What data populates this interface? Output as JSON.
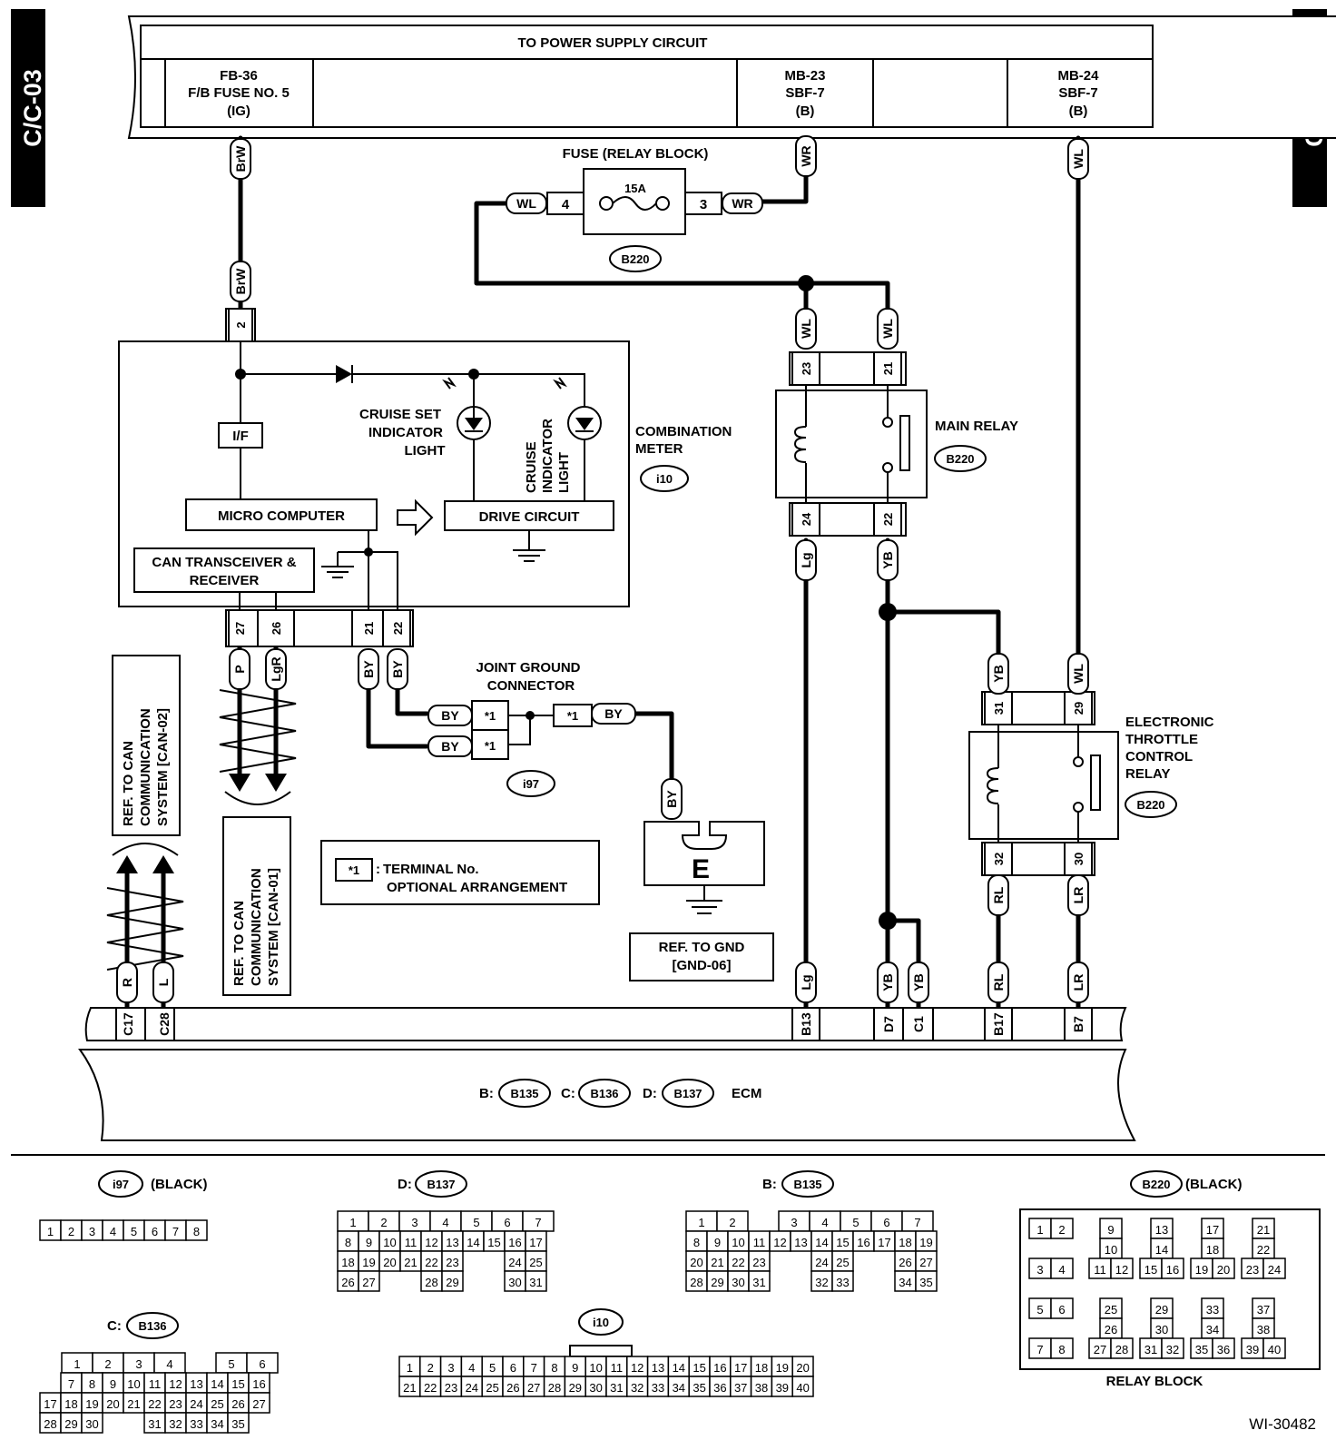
{
  "side_tab": "C/C-03",
  "power_supply": {
    "title": "TO POWER SUPPLY CIRCUIT",
    "fb36": [
      "FB-36",
      "F/B FUSE NO. 5",
      "(IG)"
    ],
    "mb23": [
      "MB-23",
      "SBF-7",
      "(B)"
    ],
    "mb24": [
      "MB-24",
      "SBF-7",
      "(B)"
    ]
  },
  "fuse": {
    "title": "FUSE (RELAY BLOCK)",
    "rating": "15A",
    "pin_left": "4",
    "pin_right": "3",
    "connector": "B220"
  },
  "meter": {
    "pin_top": "2",
    "if_label": "I/F",
    "micro": "MICRO COMPUTER",
    "drive": "DRIVE CIRCUIT",
    "can": [
      "CAN TRANSCEIVER &",
      "RECEIVER"
    ],
    "cruise_set": [
      "CRUISE SET",
      "INDICATOR",
      "LIGHT"
    ],
    "cruise_ind": [
      "CRUISE",
      "INDICATOR",
      "LIGHT"
    ],
    "name": [
      "COMBINATION",
      "METER"
    ],
    "connector": "i10",
    "pins_bottom": [
      "27",
      "26",
      "21",
      "22"
    ]
  },
  "main_relay": {
    "name": "MAIN RELAY",
    "connector": "B220",
    "pins_top": [
      "23",
      "21"
    ],
    "pins_bottom": [
      "24",
      "22"
    ]
  },
  "etc_relay": {
    "name": [
      "ELECTRONIC",
      "THROTTLE",
      "CONTROL",
      "RELAY"
    ],
    "connector": "B220",
    "pins_top": [
      "31",
      "29"
    ],
    "pins_bottom": [
      "32",
      "30"
    ]
  },
  "joint": {
    "name": [
      "JOINT GROUND",
      "CONNECTOR"
    ],
    "connector": "i97",
    "term": "*1"
  },
  "ground": {
    "symbol": "E",
    "ref": [
      "REF. TO GND",
      "[GND-06]"
    ]
  },
  "legend": [
    "TERMINAL No.",
    "OPTIONAL ARRANGEMENT"
  ],
  "ref_can02": [
    "REF. TO CAN",
    "COMMUNICATION",
    "SYSTEM [CAN-02]"
  ],
  "ref_can01": [
    "REF. TO CAN",
    "COMMUNICATION",
    "SYSTEM [CAN-01]"
  ],
  "wires": {
    "BrW": "BrW",
    "WR": "WR",
    "WL": "WL",
    "Lg": "Lg",
    "YB": "YB",
    "P": "P",
    "LgR": "LgR",
    "BY": "BY",
    "RL": "RL",
    "LR": "LR",
    "R": "R",
    "L": "L"
  },
  "ecm": {
    "name": "ECM",
    "b": "B:",
    "b_conn": "B135",
    "c": "C:",
    "c_conn": "B136",
    "d": "D:",
    "d_conn": "B137",
    "pins": [
      "C17",
      "C28",
      "B13",
      "D7",
      "C1",
      "B17",
      "B7"
    ]
  },
  "connectors": {
    "i97": {
      "id": "i97",
      "color": "(BLACK)"
    },
    "b137": {
      "prefix": "D:",
      "id": "B137"
    },
    "b135": {
      "prefix": "B:",
      "id": "B135"
    },
    "b220": {
      "id": "B220",
      "color": "(BLACK)",
      "caption": "RELAY BLOCK"
    },
    "b136": {
      "prefix": "C:",
      "id": "B136"
    },
    "i10": {
      "id": "i10"
    }
  },
  "code": "WI-30482"
}
